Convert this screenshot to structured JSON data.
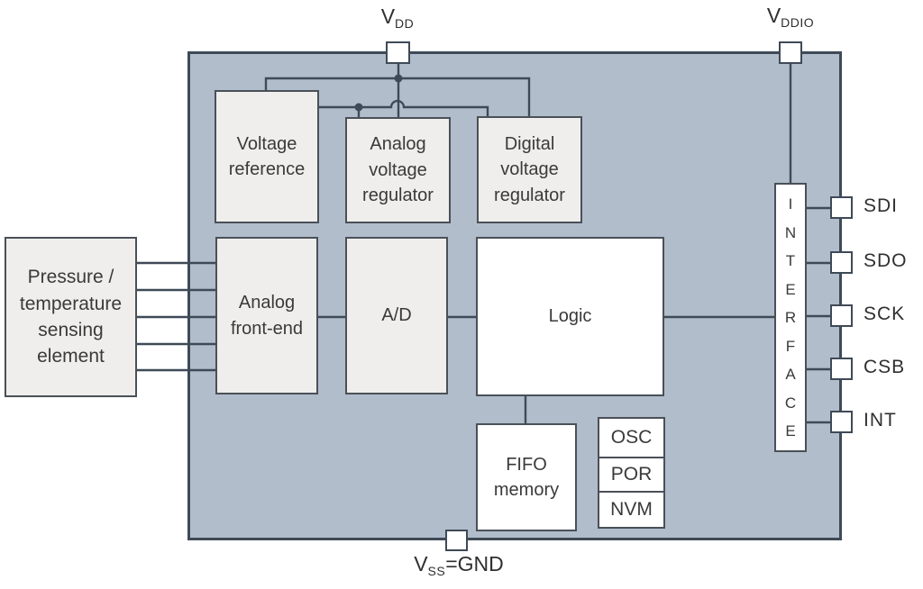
{
  "diagram": {
    "type": "chip-block-diagram",
    "description": "Pressure / temperature sensor IC block diagram"
  },
  "colors": {
    "background": "#ffffff",
    "chip_fill": "#b1bdcb",
    "chip_border": "#3f4a57",
    "block_fill_gray": "#efeeec",
    "block_fill_white": "#ffffff",
    "block_border": "#4a5057",
    "wire": "#3f4a57",
    "text": "#3a3a3a"
  },
  "power_pins": {
    "vdd": {
      "base": "V",
      "sub": "DD",
      "suffix": ""
    },
    "vddio": {
      "base": "V",
      "sub": "DDIO",
      "suffix": ""
    },
    "vss": {
      "base": "V",
      "sub": "SS",
      "suffix": "=GND"
    }
  },
  "blocks": {
    "voltage_reference": {
      "label": "Voltage\nreference"
    },
    "analog_regulator": {
      "label": "Analog\nvoltage\nregulator"
    },
    "digital_regulator": {
      "label": "Digital\nvoltage\nregulator"
    },
    "sensing_element": {
      "label": "Pressure /\ntemperature\nsensing\nelement"
    },
    "analog_front_end": {
      "label": "Analog\nfront-end"
    },
    "adc": {
      "label": "A/D"
    },
    "logic": {
      "label": "Logic"
    },
    "fifo": {
      "label": "FIFO\nmemory"
    },
    "osc": {
      "label": "OSC"
    },
    "por": {
      "label": "POR"
    },
    "nvm": {
      "label": "NVM"
    },
    "interface": {
      "label": "INTERFACE"
    }
  },
  "io_pins": [
    {
      "label": "SDI"
    },
    {
      "label": "SDO"
    },
    {
      "label": "SCK"
    },
    {
      "label": "CSB"
    },
    {
      "label": "INT"
    }
  ]
}
